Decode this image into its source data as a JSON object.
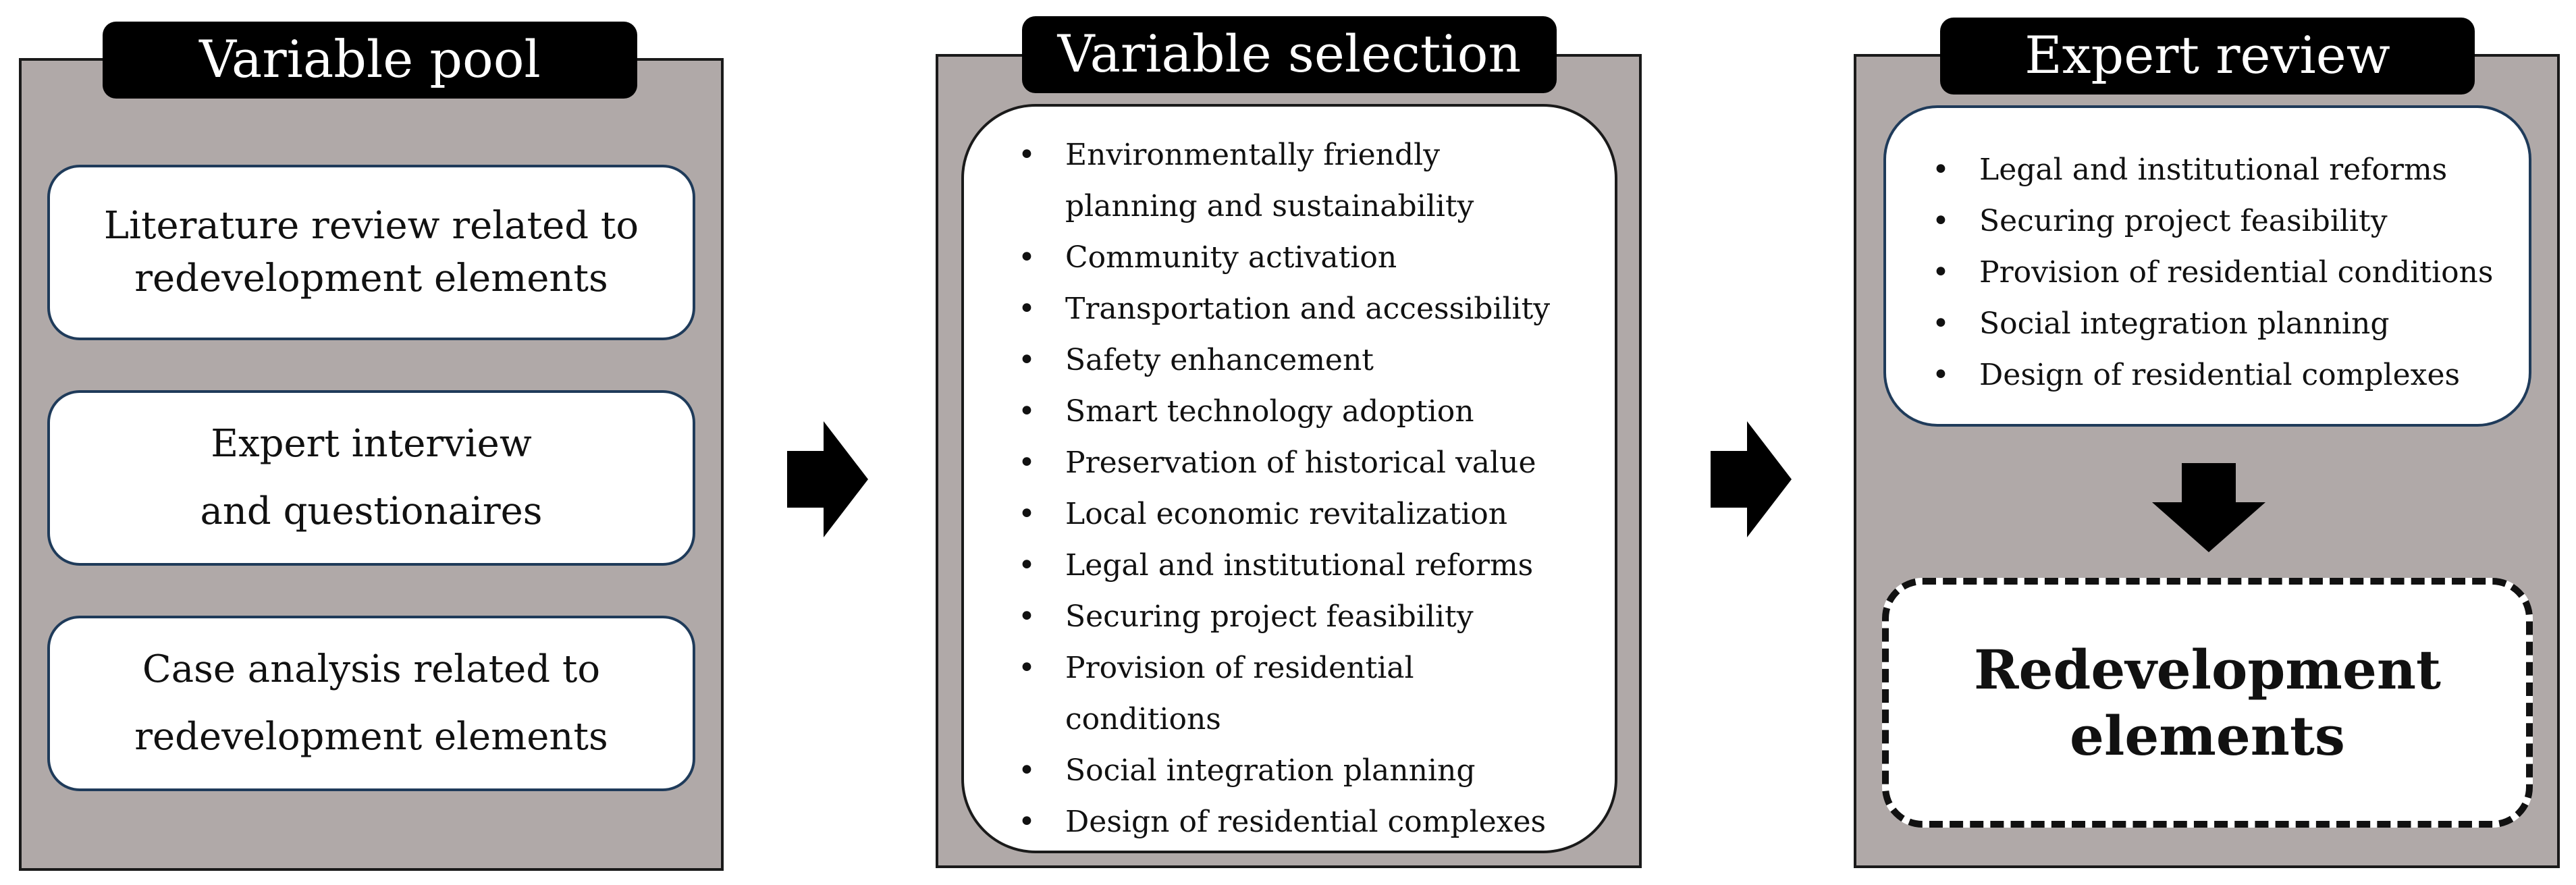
{
  "pool": {
    "title": "Variable pool",
    "cards": [
      {
        "line1": "Literature review related to",
        "line2": "redevelopment elements"
      },
      {
        "line1": "Expert interview",
        "line2": "and questionaires"
      },
      {
        "line1": "Case analysis related to",
        "line2": "redevelopment elements"
      }
    ]
  },
  "selection": {
    "title": "Variable selection",
    "items": [
      {
        "line1": "Environmentally friendly",
        "line2": "planning and sustainability"
      },
      {
        "line1": "Community activation",
        "line2": ""
      },
      {
        "line1": "Transportation and accessibility",
        "line2": ""
      },
      {
        "line1": "Safety enhancement",
        "line2": ""
      },
      {
        "line1": "Smart technology adoption",
        "line2": ""
      },
      {
        "line1": "Preservation of historical value",
        "line2": ""
      },
      {
        "line1": "Local economic revitalization",
        "line2": ""
      },
      {
        "line1": "Legal and institutional reforms",
        "line2": ""
      },
      {
        "line1": "Securing project feasibility",
        "line2": ""
      },
      {
        "line1": "Provision of residential",
        "line2": "conditions"
      },
      {
        "line1": "Social integration planning",
        "line2": ""
      },
      {
        "line1": "Design of residential complexes",
        "line2": ""
      }
    ]
  },
  "review": {
    "title": "Expert review",
    "items": [
      "Legal and institutional reforms",
      "Securing project feasibility",
      "Provision of residential conditions",
      "Social integration planning",
      "Design of residential complexes"
    ],
    "result": {
      "line1": "Redevelopment",
      "line2": "elements"
    }
  }
}
